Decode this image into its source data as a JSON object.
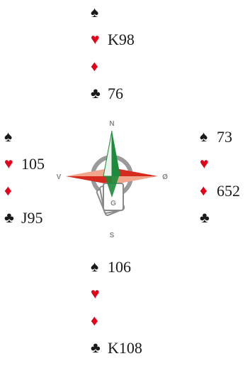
{
  "hands": {
    "north": {
      "spades": "",
      "hearts": "K98",
      "diamonds": "",
      "clubs": "76"
    },
    "west": {
      "spades": "",
      "hearts": "105",
      "diamonds": "",
      "clubs": "J95"
    },
    "east": {
      "spades": "73",
      "hearts": "",
      "diamonds": "652",
      "clubs": ""
    },
    "south": {
      "spades": "106",
      "hearts": "",
      "diamonds": "",
      "clubs": "K108"
    }
  },
  "suit_symbols": {
    "spades": "♠",
    "hearts": "♥",
    "diamonds": "♦",
    "clubs": "♣"
  },
  "compass": {
    "north": "N",
    "west": "V",
    "east": "Ø",
    "south": "S",
    "center": "G"
  },
  "colors": {
    "black_suit": "#1a1a1a",
    "red_suit": "#e2001a",
    "compass_green": "#1e8a3c",
    "compass_red": "#d52b1e",
    "compass_salmon": "#f0a58c"
  }
}
